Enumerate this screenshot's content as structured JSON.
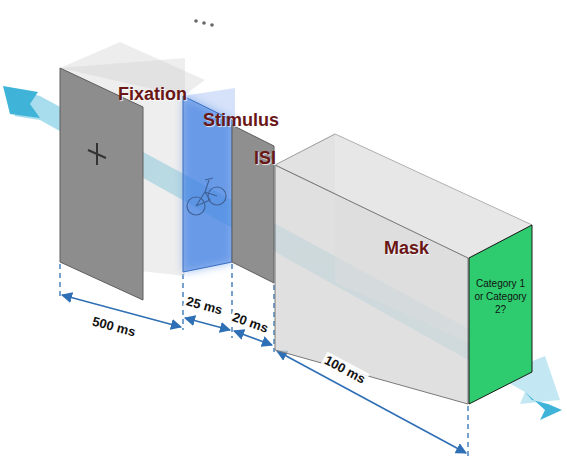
{
  "diagram": {
    "nodes": [
      {
        "text": [
          "Fixation"
        ]
      },
      {
        "text": [
          "Stimulus"
        ]
      },
      {
        "text": [
          "ISI"
        ]
      },
      {
        "text": [
          "Mask"
        ]
      },
      {
        "text": [
          "Category 1 or Category 2?"
        ]
      }
    ],
    "labels": [
      "500 ms",
      "25 ms",
      "20 ms",
      "100 ms"
    ]
  }
}
